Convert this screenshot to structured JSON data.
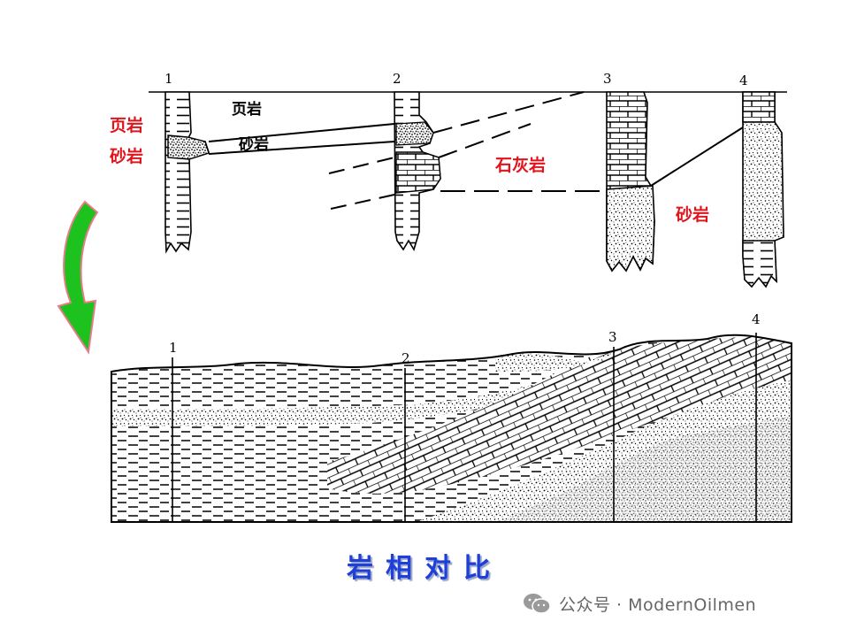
{
  "top_section": {
    "well_numbers": [
      "1",
      "2",
      "3",
      "4"
    ],
    "labels_red": {
      "shale": "页岩",
      "sandstone_left": "砂岩",
      "limestone": "石灰岩",
      "sandstone_right": "砂岩"
    },
    "labels_black": {
      "shale": "页岩",
      "sandstone": "砂岩"
    }
  },
  "bottom_section": {
    "well_numbers": [
      "1",
      "2",
      "3",
      "4"
    ]
  },
  "title": "岩相对比",
  "watermark": {
    "text": "公众号 · ModernOilmen",
    "icon": "wechat-icon"
  },
  "colors": {
    "red_label": "#e0141c",
    "title_blue": "#1f3fd9",
    "arrow_green": "#1ec21e",
    "arrow_edge": "#e87b8c"
  }
}
